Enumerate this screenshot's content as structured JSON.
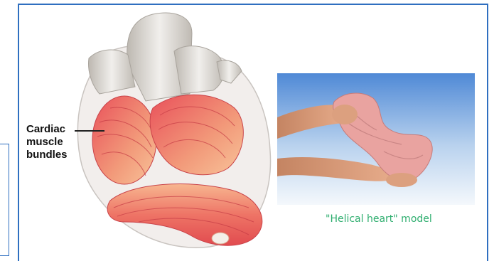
{
  "heart_label": {
    "line1": "Cardiac",
    "line2": "muscle",
    "line3": "bundles"
  },
  "photo_caption": "\"Helical heart\" model",
  "colors": {
    "frame": "#2f6fc0",
    "caption": "#2fae6f",
    "muscle": "#e0524f",
    "vessel": "#e4e1dc"
  }
}
